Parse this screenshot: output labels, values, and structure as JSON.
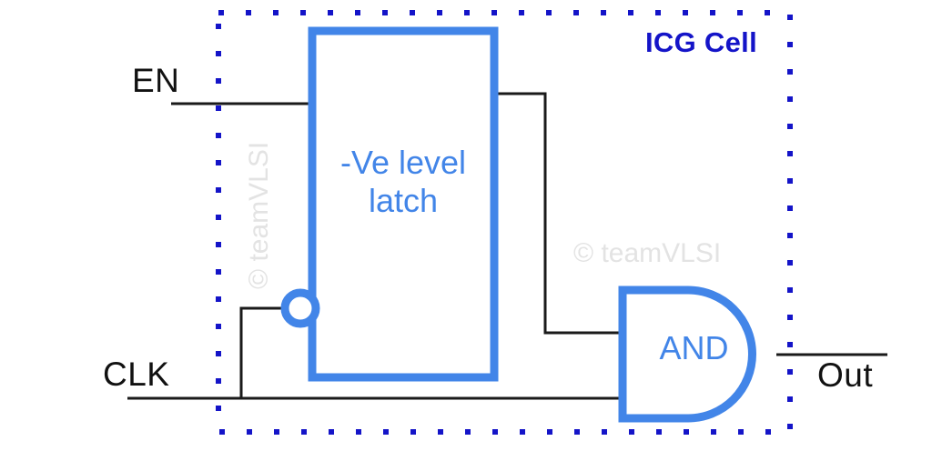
{
  "diagram": {
    "title": "ICG Cell",
    "type": "integrated-clock-gating-cell-schematic",
    "accent_blue": "#4285e8",
    "boundary_blue": "#1414c8",
    "wire_color": "#1a1a1a",
    "watermark_color": "#e3e3e3"
  },
  "blocks": {
    "latch": {
      "label_line1": "-Ve level",
      "label_line2": "latch",
      "full_label": "-Ve level latch",
      "shape": "rectangle"
    },
    "and_gate": {
      "label": "AND",
      "shape": "and-gate-d-shape"
    },
    "clock_bubble": {
      "label": "",
      "shape": "inversion-bubble"
    }
  },
  "ports": {
    "enable_input": "EN",
    "clock_input": "CLK",
    "output": "Out"
  },
  "watermarks": {
    "center": "© teamVLSI",
    "vertical": "© teamVLSI"
  }
}
